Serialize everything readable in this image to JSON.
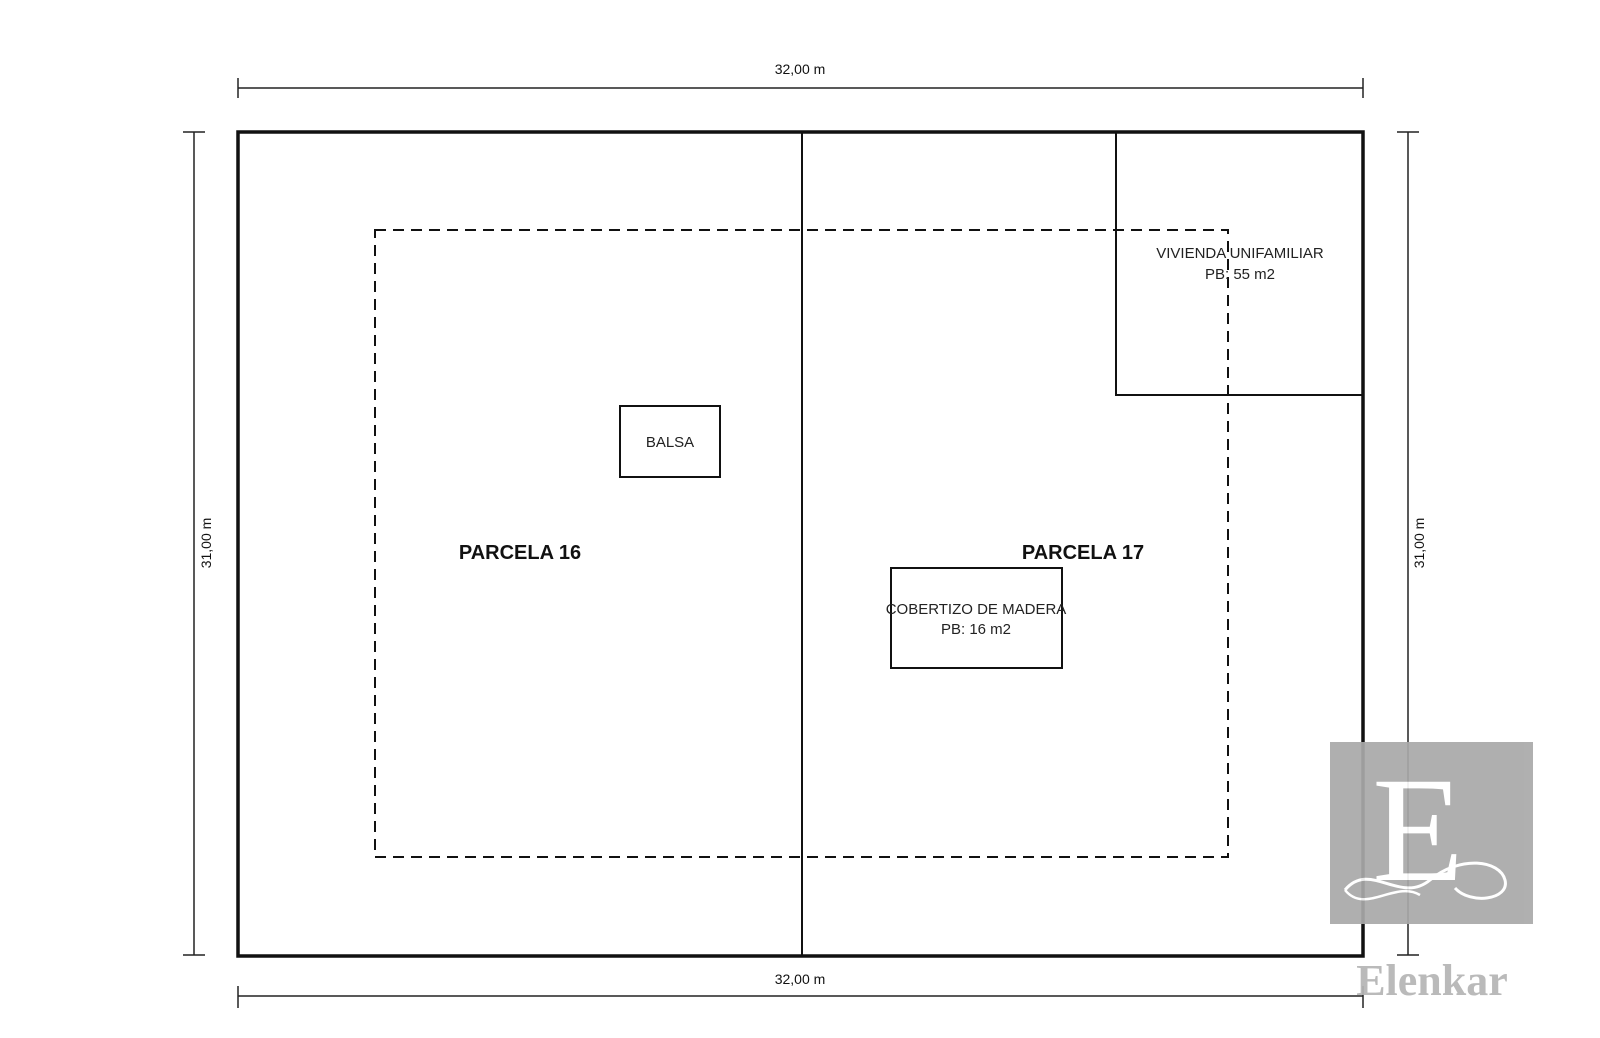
{
  "dimensions": {
    "top_width": "32,00 m",
    "bottom_width": "32,00 m",
    "left_height": "31,00 m",
    "right_height": "31,00 m"
  },
  "parcels": {
    "left": "PARCELA 16",
    "right": "PARCELA 17"
  },
  "structures": {
    "pool": "BALSA",
    "house_line1": "VIVIENDA UNIFAMILIAR",
    "house_line2": "PB: 55 m2",
    "shed_line1": "COBERTIZO DE MADERA",
    "shed_line2": "PB: 16 m2"
  },
  "logo": {
    "letter": "E",
    "name": "Elenkar",
    "box_color": "#a9a9a9"
  }
}
